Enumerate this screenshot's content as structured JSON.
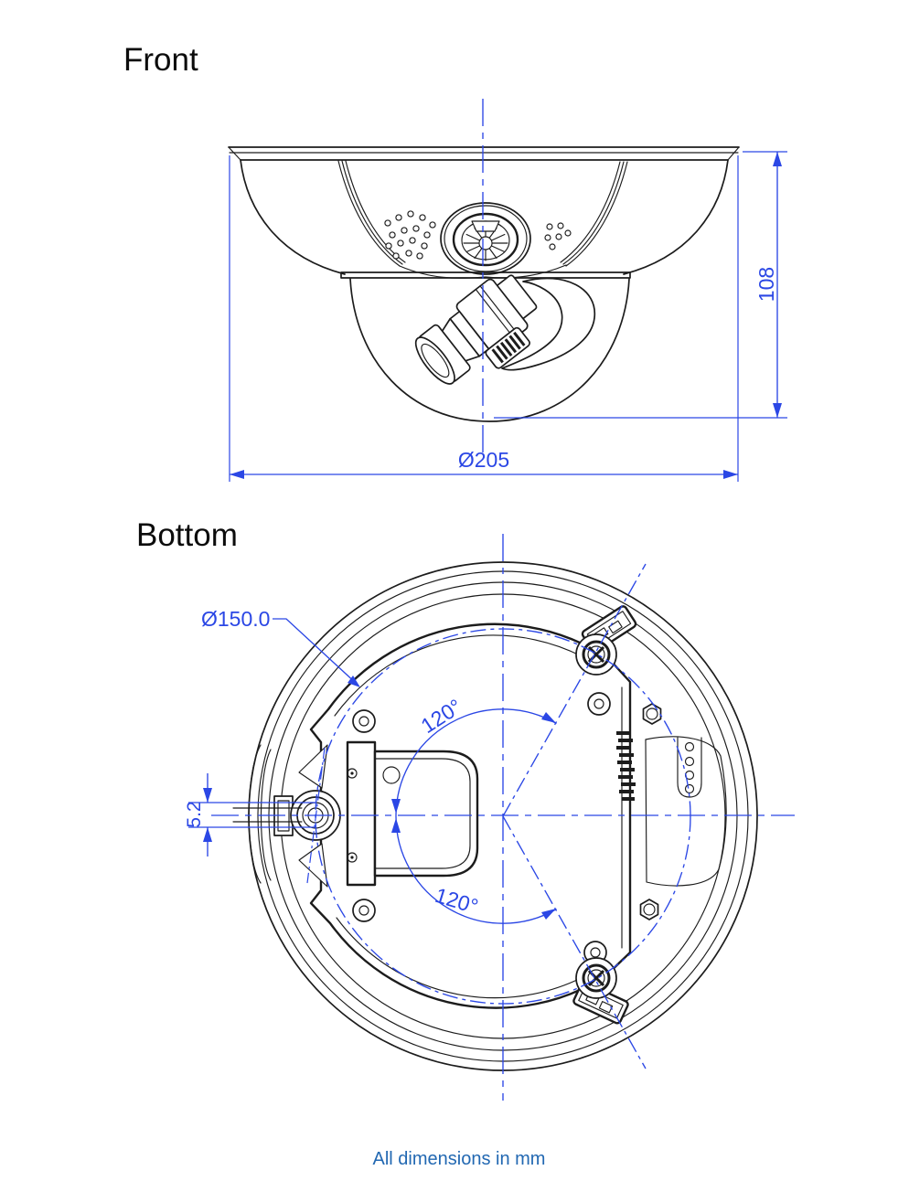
{
  "front_view": {
    "title": "Front",
    "dim_height": "108",
    "dim_diameter": "Ø205"
  },
  "bottom_view": {
    "title": "Bottom",
    "dim_bolt_circle": "Ø150.0",
    "dim_angle_upper": "120°",
    "dim_angle_lower": "120°",
    "dim_offset": "5.2"
  },
  "footer": {
    "note": "All dimensions in mm"
  },
  "colors": {
    "dimension_blue": "#2b47e5",
    "note_blue": "#2268b2",
    "line_black": "#1c1c1c"
  }
}
